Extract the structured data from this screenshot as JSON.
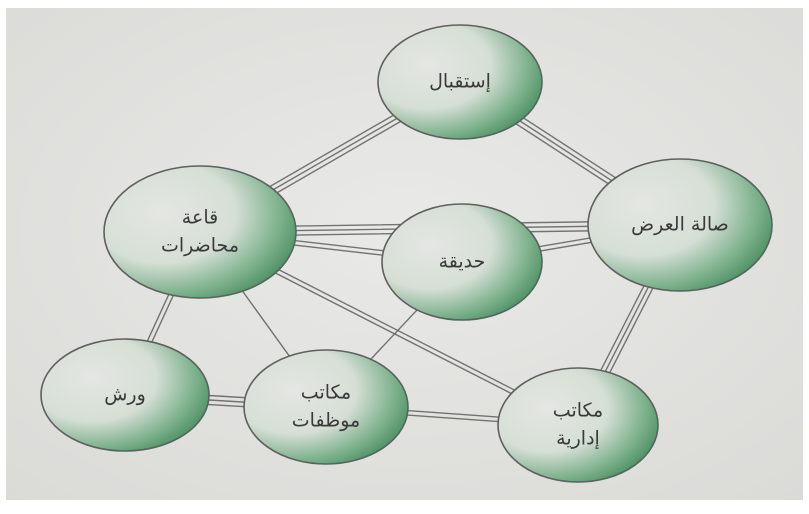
{
  "colors": {
    "paper": "#e4e4e2",
    "border": "#ffffff",
    "pencil": "#5f5f5f",
    "green_dark": "#2f7a49",
    "green_mid": "#4f9a66",
    "green_light": "#b7d3bd",
    "label": "#3a3a3a"
  },
  "nodes": [
    {
      "id": "reception",
      "label_lines": [
        "إستقبال"
      ]
    },
    {
      "id": "lecture-hall",
      "label_lines": [
        "قاعة",
        "محاضرات"
      ]
    },
    {
      "id": "exhibition-hall",
      "label_lines": [
        "صالة العرض"
      ]
    },
    {
      "id": "courtyard",
      "label_lines": [
        "حديقة"
      ]
    },
    {
      "id": "workshop",
      "label_lines": [
        "ورش"
      ]
    },
    {
      "id": "staff-offices",
      "label_lines": [
        "مكاتب",
        "موظفات"
      ]
    },
    {
      "id": "admin-offices",
      "label_lines": [
        "مكاتب",
        "إدارية"
      ]
    }
  ],
  "edges": [
    {
      "from": "reception",
      "to": "lecture-hall",
      "strength": "triple"
    },
    {
      "from": "reception",
      "to": "exhibition-hall",
      "strength": "triple"
    },
    {
      "from": "lecture-hall",
      "to": "exhibition-hall",
      "strength": "triple"
    },
    {
      "from": "lecture-hall",
      "to": "courtyard",
      "strength": "double"
    },
    {
      "from": "courtyard",
      "to": "exhibition-hall",
      "strength": "double"
    },
    {
      "from": "lecture-hall",
      "to": "workshop",
      "strength": "double"
    },
    {
      "from": "lecture-hall",
      "to": "staff-offices",
      "strength": "single"
    },
    {
      "from": "lecture-hall",
      "to": "admin-offices",
      "strength": "double"
    },
    {
      "from": "courtyard",
      "to": "staff-offices",
      "strength": "single"
    },
    {
      "from": "exhibition-hall",
      "to": "admin-offices",
      "strength": "triple"
    },
    {
      "from": "workshop",
      "to": "staff-offices",
      "strength": "triple"
    },
    {
      "from": "staff-offices",
      "to": "admin-offices",
      "strength": "double"
    }
  ]
}
